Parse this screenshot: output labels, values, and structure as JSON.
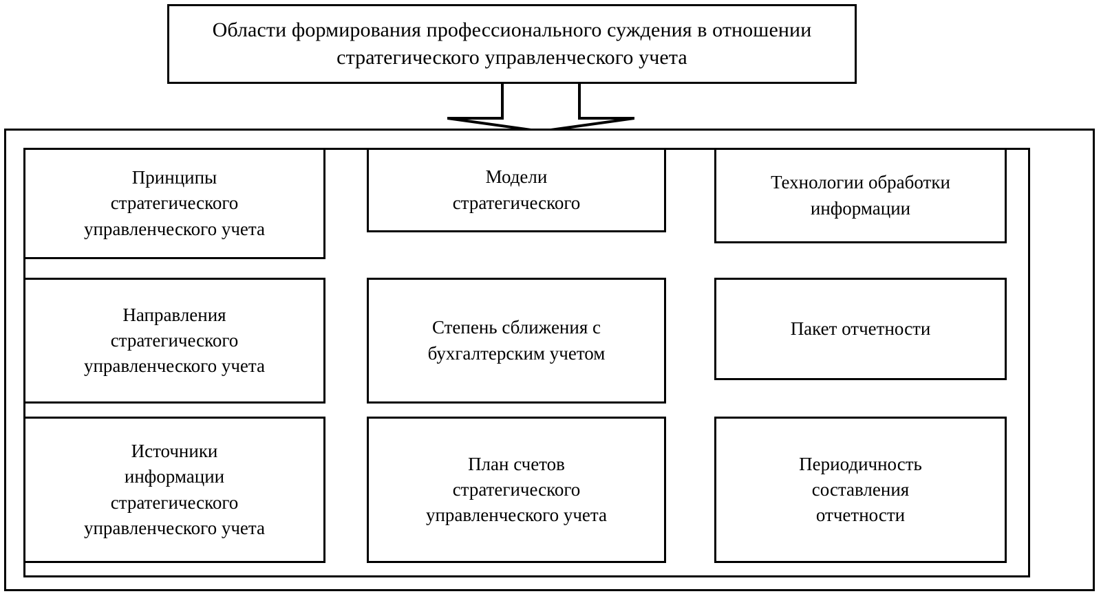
{
  "diagram": {
    "title": "Области формирования профессионального суждения в отношении стратегического управленческого учета",
    "connector": {
      "icon": "down-block-arrow-icon"
    },
    "columns": [
      {
        "name": "column-1",
        "items": [
          {
            "id": "principles",
            "label": "Принципы\nстратегического\nуправленческого  учета"
          },
          {
            "id": "directions",
            "label": "Направления\nстратегического\nуправленческого  учета"
          },
          {
            "id": "information-sources",
            "label": "Источники\nинформации\nстратегического\nуправленческого  учета"
          }
        ]
      },
      {
        "name": "column-2",
        "items": [
          {
            "id": "models",
            "label": "Модели\nстратегического"
          },
          {
            "id": "convergence-degree",
            "label": "Степень сближения с\nбухгалтерским  учетом"
          },
          {
            "id": "chart-of-accounts",
            "label": "План счетов\nстратегического\nуправленческого  учета"
          }
        ]
      },
      {
        "name": "column-3",
        "items": [
          {
            "id": "processing-technologies",
            "label": "Технологии обработки\nинформации"
          },
          {
            "id": "reporting-package",
            "label": "Пакет  отчетности"
          },
          {
            "id": "reporting-frequency",
            "label": "Периодичность\nсоставления\nотчетности"
          }
        ]
      }
    ],
    "colors": {
      "stroke": "#000000",
      "background": "#ffffff",
      "text": "#000000"
    }
  }
}
